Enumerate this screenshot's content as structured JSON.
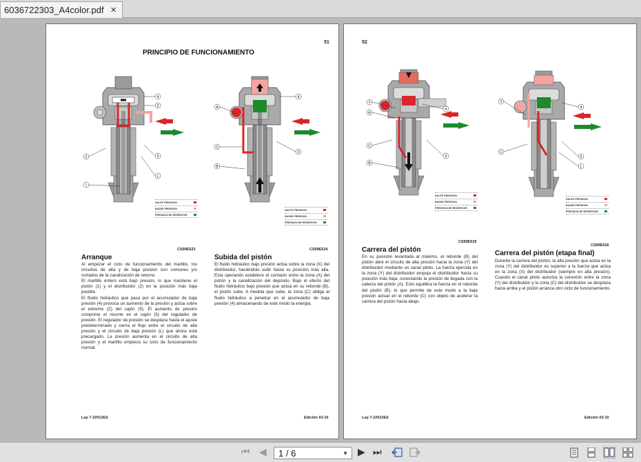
{
  "tab": {
    "title": "6036722303_A4color.pdf",
    "close": "×"
  },
  "legend": {
    "high": "HAUTE PRESSION",
    "low": "BASSE PRESSION",
    "reservoir": "PRESSION DE RESERVOIR",
    "colors": {
      "high": "#d8262b",
      "low": "#f4a4a0",
      "reservoir": "#1d8a2c"
    }
  },
  "page51": {
    "number": "51",
    "title": "PRINCIPIO DE FUNCIONAMIENTO",
    "fig1": {
      "code": "CS99E523",
      "labels": {
        "4": "4",
        "Z": "Z",
        "2": "2",
        "5": "5",
        "L": "L",
        "I": "I"
      }
    },
    "fig2": {
      "code": "CS99E524",
      "labels": {
        "4": "4",
        "A": "A",
        "C": "C",
        "B": "B",
        "X": "X"
      }
    },
    "sec1": {
      "heading": "Arranque",
      "text": "Al empezar el ciclo de funcionamiento del martillo, los circuitos de alta y de baja presión son comunes y/o cortados de la canalización de retorno.\nEl martillo entero está bajo presión, lo que mantiene el pistón (1) y el distribuidor (2) en la posición más baja posible.\nEl fluido hidráulico que pasa por el acumulador de baja presión (4) provoca un aumento de la presión y actúa sobre el extremo (Z) del cajón (5). El aumento de presión comprime el resorte en el cajón (5) del regulador de presión. El regulador de presión se desplaza hasta el ajuste predeterminado y cierra el flujo entre el circuito de alta presión y el circuito de baja presión (L) que ahora está precargado. La presión aumenta en el circuito de alta presión y el martillo empieza su ciclo de funcionamiento normal."
    },
    "sec2": {
      "heading": "Subida del pistón",
      "text": "El fluido hidráulico bajo presión actúa sobre la zona (X) del distribuidor, haciéndolo subir hasta su posición más alta. Esta operación establece el contacto entre la zona (A) del pistón y la canalización del depósito. Bajo el efecto del fluido hidráulico bajo presión que actúa en su reborde (B), el pistón sube. A medida que sube, la zona (C) obliga al fluido hidráulico a penetrar en el acumulador de baja presión (4) almacenando de este modo la energía."
    },
    "footer_left": "Lep 7-22013ES",
    "footer_right": "Edición 03-10"
  },
  "page52": {
    "number": "52",
    "fig3": {
      "code": "CS99E525",
      "labels": {
        "Y": "Y",
        "A": "A",
        "4": "4",
        "C": "C",
        "X": "X",
        "B": "B"
      }
    },
    "fig4": {
      "code": "CS99E526",
      "labels": {
        "Y": "Y",
        "4": "4",
        "C": "C",
        "X": "X",
        "L": "L"
      }
    },
    "sec3": {
      "heading": "Carrera del pistón",
      "text": "En su posición levantada al máximo, el reborde (B) del pistón abre el circuito de alta presión hacia la zona (Y) del distribuidor mediante un canal piloto. La fuerza ejercida en la zona (Y) del distribuidor empuja el distribuidor hacia su posición más baja, conectando la presión de llegada con la cabeza del pistón (A). Esto equilibra la fuerza en el reborde del pistón (B), lo que permite de este modo a la baja presión actuar en el reborde (C) con objeto de acelerar la carrera del pistón hacia abajo."
    },
    "sec4": {
      "heading": "Carrera del pistón (etapa final)",
      "text": "Durante la carrera del pistón, la alta presión que actúa en la zona (Y) del distribuidor es superior a la fuerza que actúa en la zona (X) del distribuidor (siempre en alta presión). Cuando el canal piloto autoriza la conexión entre la zona (Y) del distribuidor y la zona (C) del distribuidor se desplaza hacia arriba y el pistón arranca otro ciclo de funcionamiento."
    },
    "footer_left": "Lep 7-22013ES",
    "footer_right": "Edición 03-10"
  },
  "toolbar": {
    "page_display": "1 / 6",
    "icons": [
      "first-page-icon",
      "prev-page-icon",
      "next-page-icon",
      "last-page-icon",
      "back-view-icon",
      "forward-view-icon",
      "single-page-icon",
      "continuous-icon",
      "facing-icon",
      "facing-continuous-icon"
    ]
  }
}
